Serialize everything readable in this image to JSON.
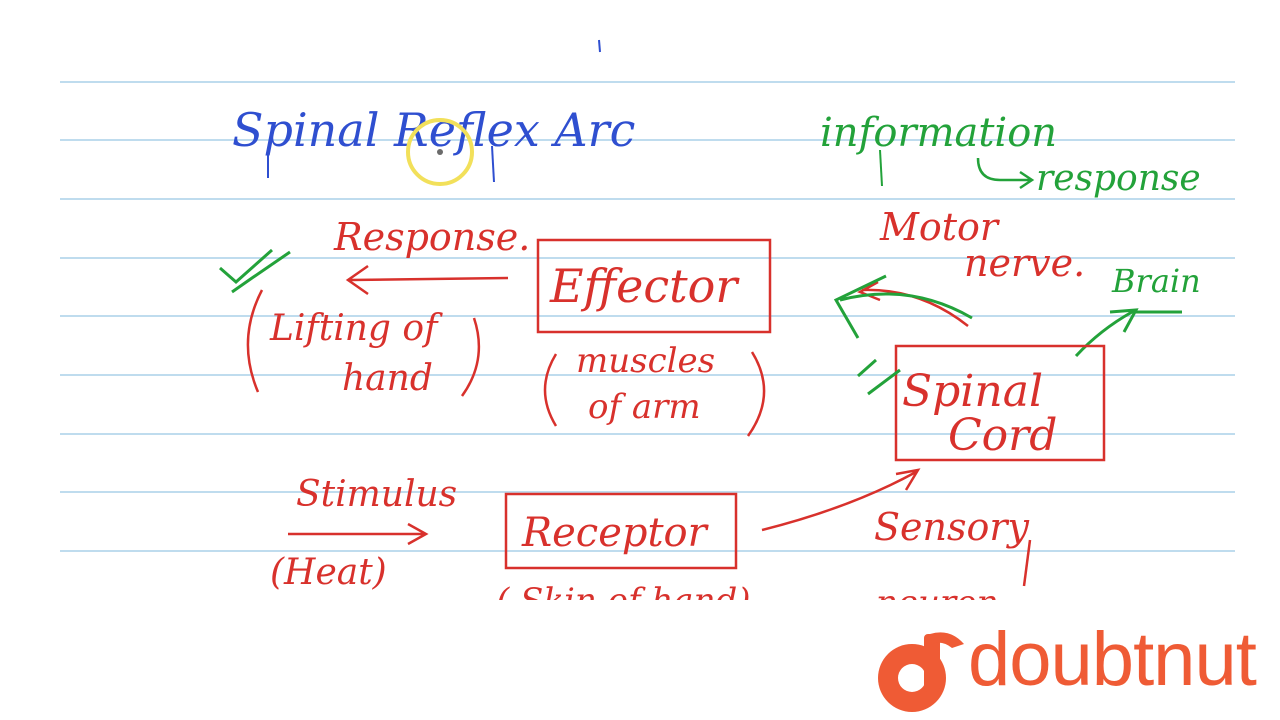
{
  "colors": {
    "rule_line": "#bfdcee",
    "blue_ink": "#2f4fd0",
    "red_ink": "#d8312c",
    "green_ink": "#23a23a",
    "pointer": "#f2e05a",
    "brand": "#ef5b35"
  },
  "diagram": {
    "title": "Spinal Reflex Arc",
    "note_information": "information",
    "note_response": "response",
    "response_label": "Response.",
    "response_detail_1": "Lifting of",
    "response_detail_2": "hand",
    "effector_label": "Effector",
    "effector_detail_1": "muscles",
    "effector_detail_2": "of arm",
    "motor_label_1": "Motor",
    "motor_label_2": "nerve.",
    "brain_label": "Brain",
    "spinal_cord_label_1": "Spinal",
    "spinal_cord_label_2": "Cord",
    "stimulus_label": "Stimulus",
    "stimulus_detail": "(Heat)",
    "receptor_label": "Receptor",
    "receptor_detail": "( Skin of hand)",
    "sensory_label_1": "Sensory",
    "sensory_label_2": "neuron"
  },
  "logo": {
    "brand_name": "doubtnut",
    "icon": "doubtnut-logo-icon"
  }
}
